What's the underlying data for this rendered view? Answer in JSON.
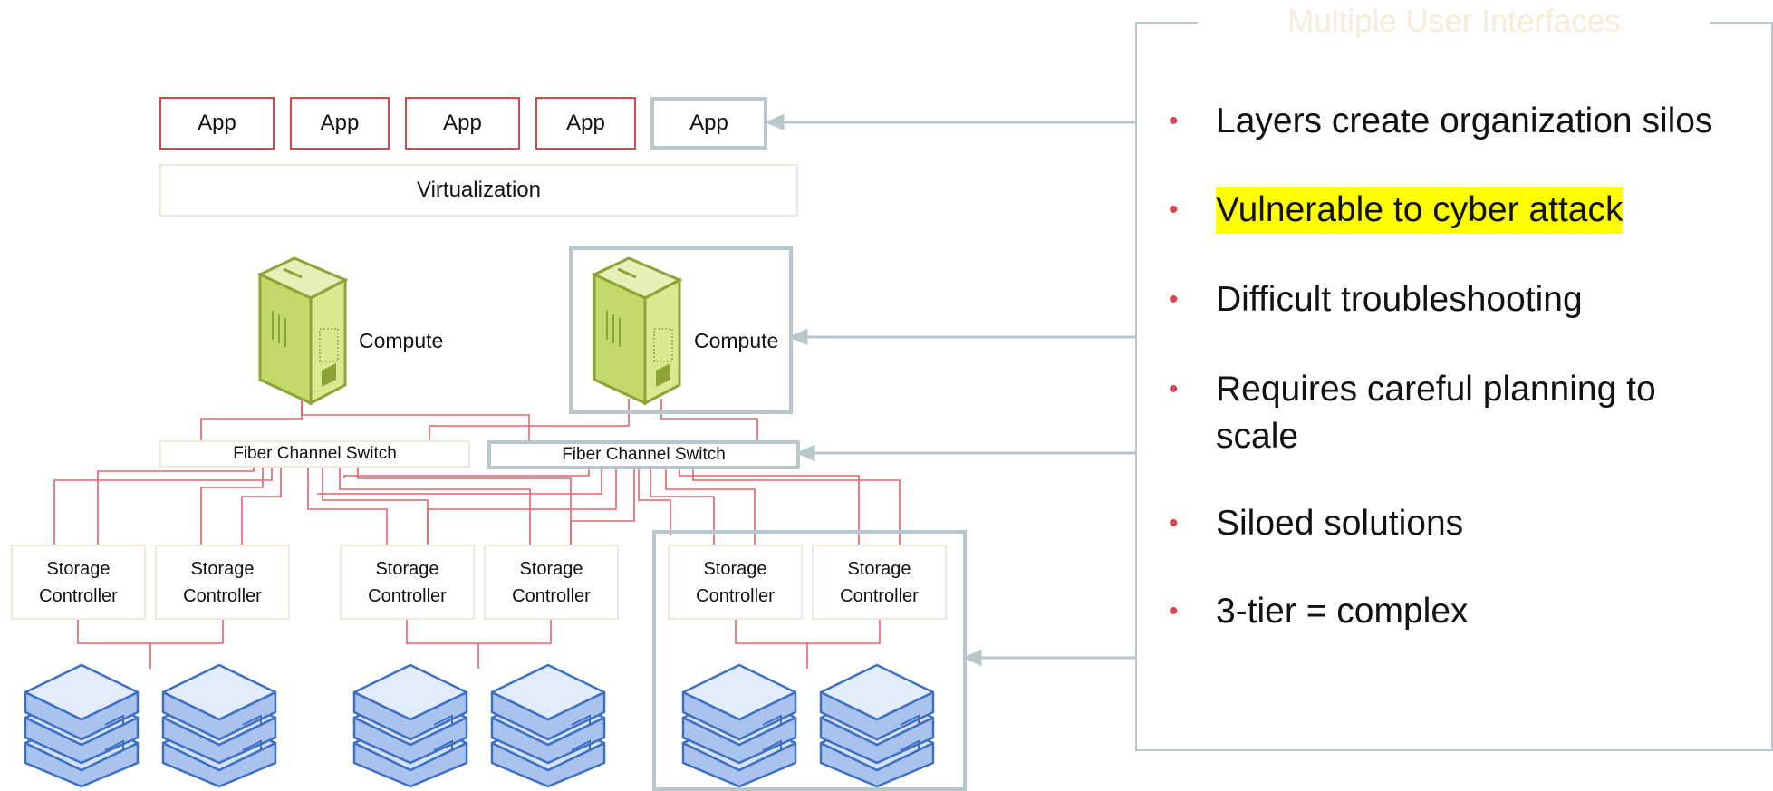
{
  "apps": [
    "App",
    "App",
    "App",
    "App",
    "App"
  ],
  "virtualization_label": "Virtualization",
  "compute_labels": [
    "Compute",
    "Compute"
  ],
  "switch_labels": [
    "Fiber Channel Switch",
    "Fiber Channel Switch"
  ],
  "storage_controllers": [
    {
      "line1": "Storage",
      "line2": "Controller"
    },
    {
      "line1": "Storage",
      "line2": "Controller"
    },
    {
      "line1": "Storage",
      "line2": "Controller"
    },
    {
      "line1": "Storage",
      "line2": "Controller"
    },
    {
      "line1": "Storage",
      "line2": "Controller"
    },
    {
      "line1": "Storage",
      "line2": "Controller"
    }
  ],
  "panel": {
    "title": "Multiple User Interfaces",
    "bullets": [
      {
        "text": "Layers create organization silos",
        "highlighted": false
      },
      {
        "text": "Vulnerable to cyber attack",
        "highlighted": true
      },
      {
        "text": "Difficult troubleshooting",
        "highlighted": false
      },
      {
        "text": "Requires careful planning to scale",
        "highlighted": false
      },
      {
        "text": "Siloed solutions",
        "highlighted": false
      },
      {
        "text": "3-tier = complex",
        "highlighted": false
      }
    ]
  },
  "colors": {
    "accent_red": "#d9444e",
    "highlight_border": "#b8c7cc",
    "text_highlight": "#ffff00",
    "server_green": "#c5d96a",
    "disk_blue": "#c8d8f2"
  }
}
